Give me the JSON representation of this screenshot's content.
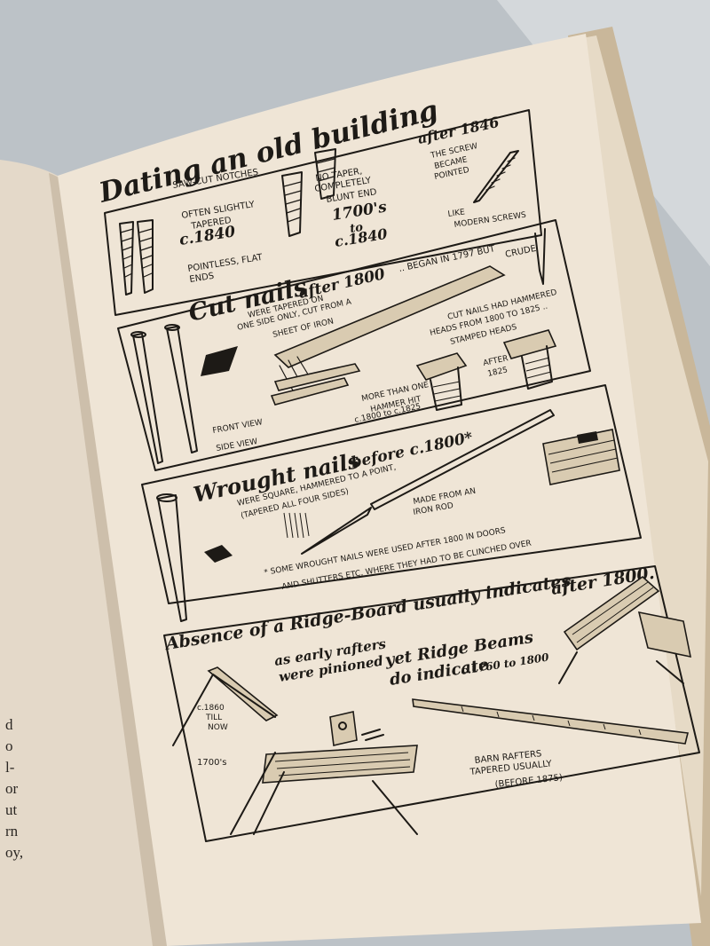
{
  "header": {
    "title": "Dating an old building",
    "title_dots": ". . . . ."
  },
  "screws": {
    "saw_cut": "SAW-CUT NOTCHES",
    "often_tapered_1": "OFTEN SLIGHTLY",
    "often_tapered_2": "TAPERED",
    "date_1840": "c.1840",
    "pointless_1": "POINTLESS, FLAT",
    "pointless_2": "ENDS",
    "no_taper_1": "NO TAPER,",
    "no_taper_2": "COMPLETELY",
    "no_taper_3": "BLUNT END",
    "date_1700s": "1700's",
    "date_to": "to",
    "date_c1840": "c.1840",
    "after_1846": "after 1846",
    "screw_pointed_1": "THE SCREW",
    "screw_pointed_2": "BECAME",
    "screw_pointed_3": "POINTED",
    "like_modern_1": "LIKE",
    "like_modern_2": "MODERN SCREWS"
  },
  "cut_nails": {
    "title": "Cut nails",
    "after": "after 1800",
    "began": ".. BEGAN IN 1797 BUT",
    "crude": "CRUDE",
    "tapered_1": "WERE TAPERED ON",
    "tapered_2": "ONE SIDE ONLY, CUT FROM A",
    "tapered_3": "SHEET OF IRON",
    "hammered_1": "CUT NAILS HAD HAMMERED",
    "hammered_2": "HEADS FROM 1800 TO 1825 ..",
    "hammered_3": "STAMPED HEADS",
    "after_1825_1": "AFTER",
    "after_1825_2": "1825",
    "more_than_1": "MORE THAN ONE",
    "more_than_2": "HAMMER HIT",
    "more_than_3": "c.1800 to c.1825",
    "front_view": "FRONT VIEW",
    "side_view": "SIDE VIEW"
  },
  "wrought_nails": {
    "title": "Wrought nails",
    "before": "before c.1800*",
    "square_1": "WERE SQUARE, HAMMERED TO A POINT,",
    "square_2": "(TAPERED ALL FOUR SIDES)",
    "iron_rod_1": "MADE FROM AN",
    "iron_rod_2": "IRON ROD",
    "note_1": "* SOME WROUGHT NAILS WERE USED AFTER 1800 IN DOORS",
    "note_2": "AND SHUTTERS ETC, WHERE THEY HAD TO BE CLINCHED OVER"
  },
  "ridge_board": {
    "line_1": "Absence of a Ridge-Board usually indicates",
    "line_1_after": "after 1800.",
    "early_rafters_1": "as early rafters",
    "early_rafters_2": "were pinioned",
    "yet_1": "yet Ridge Beams",
    "yet_2": "do indicate",
    "range": "c.1760 to 1800",
    "c1860_1": "c.1860",
    "c1860_2": "TILL",
    "c1860_3": "NOW",
    "label_1700s": "1700's",
    "barn_1": "BARN RAFTERS",
    "barn_2": "TAPERED USUALLY",
    "barn_3": "(BEFORE 1875)"
  },
  "left_page": {
    "fragments": [
      "d",
      "o",
      "l-",
      "or",
      "ut",
      "rn",
      "oy,"
    ]
  }
}
